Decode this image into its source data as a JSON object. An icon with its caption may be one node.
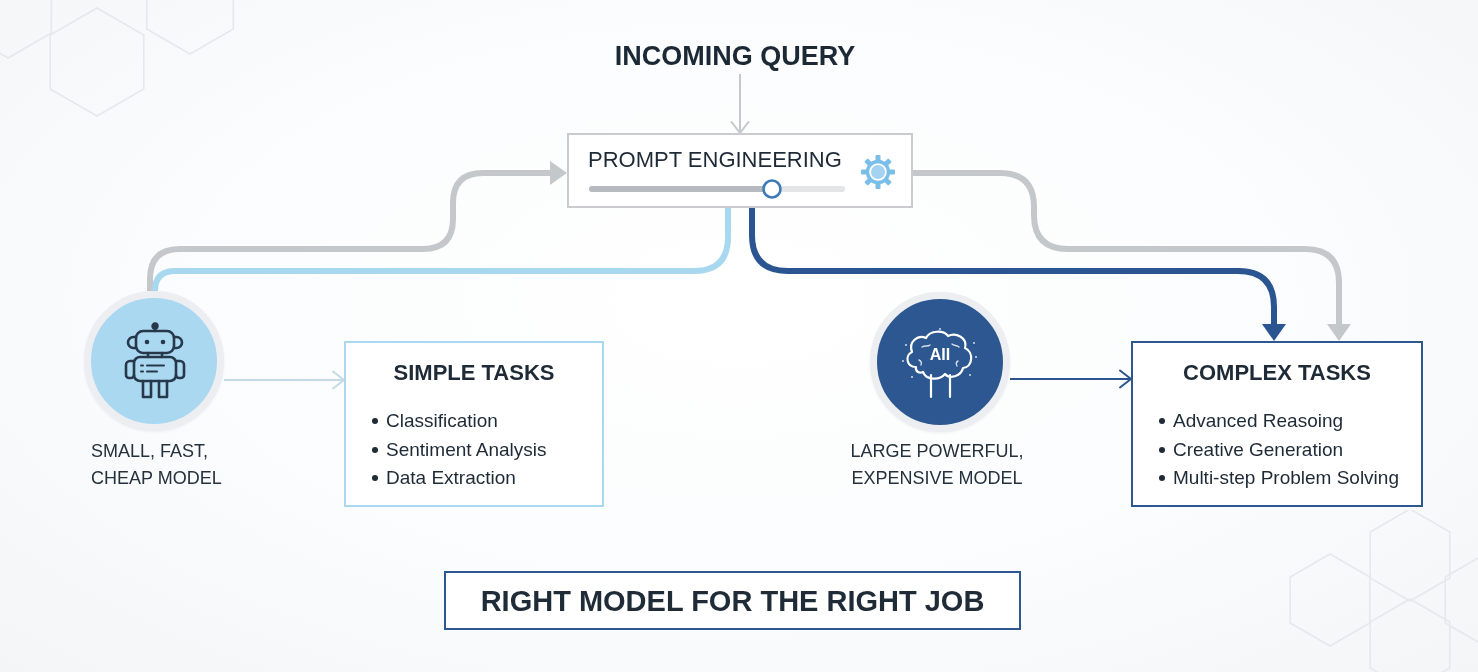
{
  "diagram": {
    "nodes": [
      {
        "text": [
          "INCOMING QUERY"
        ]
      },
      {
        "text": [
          "PROMPT ENGINEERING"
        ]
      },
      {
        "text": [],
        "shape": "circle",
        "beside": [
          "SMALL, FAST, CHEAP MODEL"
        ]
      },
      {
        "text": [
          "SIMPLE TASKS",
          "Classification",
          "Sentiment Analysis",
          "Data Extraction"
        ]
      },
      {
        "text": [
          "AII"
        ],
        "beside": [
          "LARGE POWERFUL, EXPENSIVE MODEL"
        ]
      },
      {
        "text": [
          "COMPLEX TASKS",
          "Advanced Reasoing",
          "Creative Generation",
          "Multi-step Problem Solving"
        ]
      },
      {
        "text": [
          "RIGHT MODEL FOR THE RIGHT JOB"
        ]
      }
    ],
    "edges": [
      {
        "from": 0,
        "to": 1,
        "arrow": "to"
      },
      {
        "from": 2,
        "to": 1,
        "arrow": "to"
      },
      {
        "from": 1,
        "to": 2,
        "arrow": "none",
        "color": "#a8d8ef"
      },
      {
        "from": 1,
        "to": 5,
        "arrow": "to",
        "color": "#2b5591"
      },
      {
        "from": 1,
        "to": 5,
        "arrow": "to"
      },
      {
        "from": 2,
        "to": 3,
        "arrow": "to",
        "color": "#c5d9e6"
      },
      {
        "from": 4,
        "to": 5,
        "arrow": "to",
        "color": "#2b5591"
      }
    ]
  }
}
